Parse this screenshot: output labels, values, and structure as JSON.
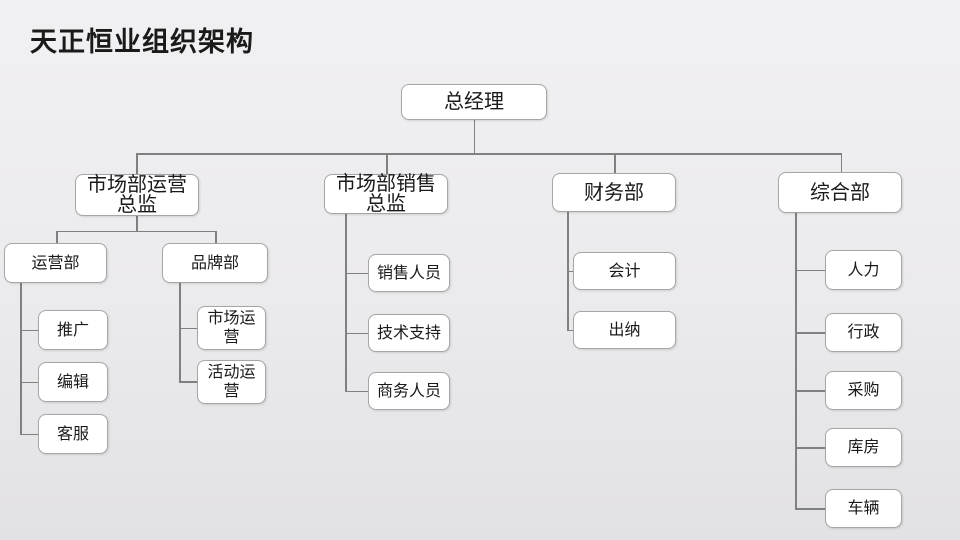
{
  "title": "天正恒业组织架构",
  "org": {
    "root": {
      "label": "总经理"
    },
    "branches": [
      {
        "label": "市场部运营总监",
        "children": [
          {
            "label": "运营部",
            "children": [
              {
                "label": "推广"
              },
              {
                "label": "编辑"
              },
              {
                "label": "客服"
              }
            ]
          },
          {
            "label": "品牌部",
            "children": [
              {
                "label": "市场运营"
              },
              {
                "label": "活动运营"
              }
            ]
          }
        ]
      },
      {
        "label": "市场部销售总监",
        "children": [
          {
            "label": "销售人员"
          },
          {
            "label": "技术支持"
          },
          {
            "label": "商务人员"
          }
        ]
      },
      {
        "label": "财务部",
        "children": [
          {
            "label": "会计"
          },
          {
            "label": "出纳"
          }
        ]
      },
      {
        "label": "综合部",
        "children": [
          {
            "label": "人力"
          },
          {
            "label": "行政"
          },
          {
            "label": "采购"
          },
          {
            "label": "库房"
          },
          {
            "label": "车辆"
          }
        ]
      }
    ]
  },
  "colors": {
    "background_top": "#f1f0f2",
    "background_bottom": "#e2e1e4",
    "node_fill": "#ffffff",
    "node_border": "#a6a6a6",
    "connector": "#808080",
    "text": "#1a1a1a"
  }
}
